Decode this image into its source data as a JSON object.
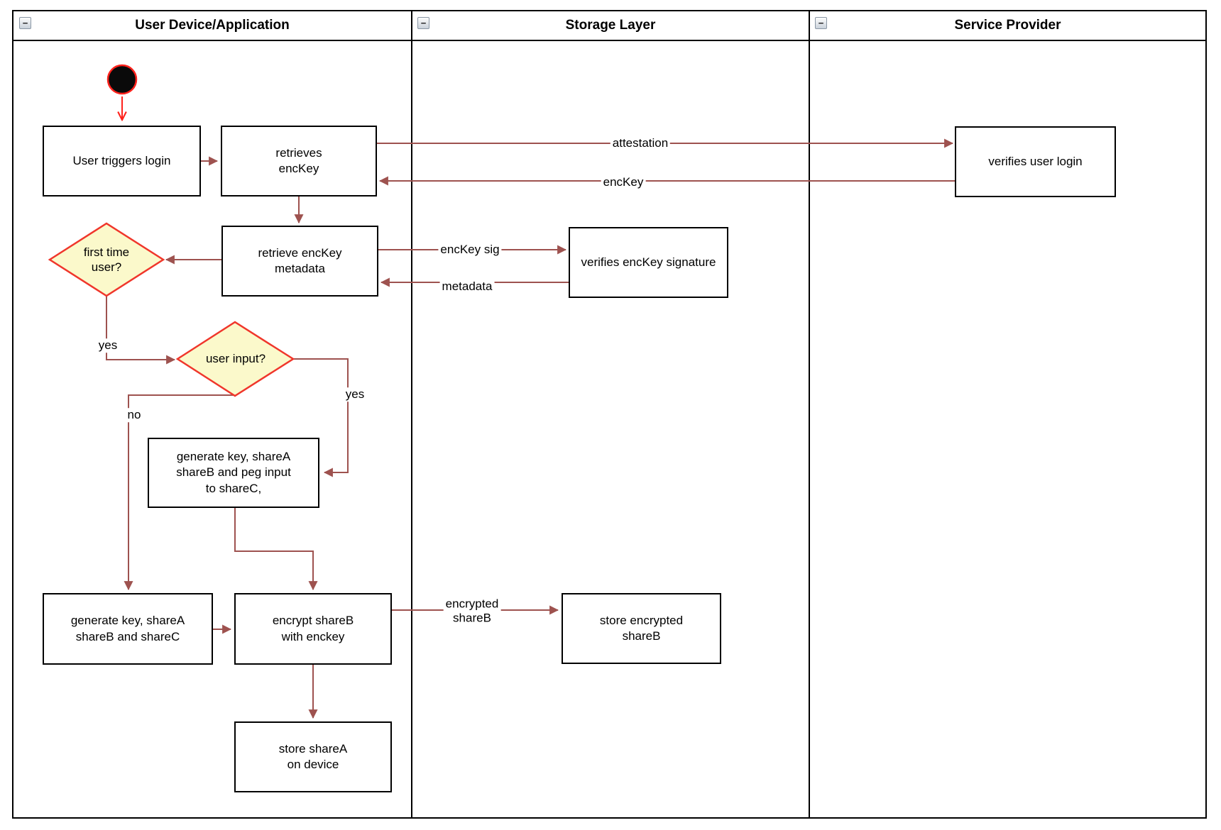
{
  "lanes": [
    {
      "title": "User Device/Application"
    },
    {
      "title": "Storage Layer"
    },
    {
      "title": "Service Provider"
    }
  ],
  "collapse_glyph": "−",
  "nodes": {
    "user_triggers_login": {
      "lines": [
        "User triggers login"
      ]
    },
    "retrieves_enckey": {
      "lines": [
        "retrieves",
        "encKey"
      ]
    },
    "verifies_user_login": {
      "lines": [
        "verifies user login"
      ]
    },
    "retrieve_enckey_metadata": {
      "lines": [
        "retrieve encKey",
        "metadata"
      ]
    },
    "verifies_enckey_signature": {
      "lines": [
        "verifies encKey signature"
      ]
    },
    "first_time_user": {
      "lines": [
        "first time",
        "user?"
      ]
    },
    "user_input": {
      "lines": [
        "user input?"
      ]
    },
    "generate_key_peg_input": {
      "lines": [
        "generate key, shareA",
        "shareB and peg input",
        "to shareC,"
      ]
    },
    "generate_key_sharec": {
      "lines": [
        "generate key, shareA",
        "shareB and shareC"
      ]
    },
    "encrypt_shareb": {
      "lines": [
        "encrypt shareB",
        "with enckey"
      ]
    },
    "store_sharea": {
      "lines": [
        "store shareA",
        "on device"
      ]
    },
    "store_encrypted_shareb": {
      "lines": [
        "store encrypted",
        "shareB"
      ]
    }
  },
  "labels": {
    "attestation": "attestation",
    "enckey": "encKey",
    "enckey_sig": "encKey sig",
    "metadata": "metadata",
    "yes_first_time": "yes",
    "yes_user_input": "yes",
    "no_user_input": "no",
    "encrypted": [
      "encrypted",
      "shareB"
    ]
  },
  "colors": {
    "flow_arrow": "#9e524f",
    "start_arrow": "#ff221c",
    "diamond_fill": "#fbf9cb",
    "diamond_border": "#f0362b",
    "node_border": "#000000",
    "lane_border": "#000000",
    "start_node_fill": "#0a0a0a"
  }
}
